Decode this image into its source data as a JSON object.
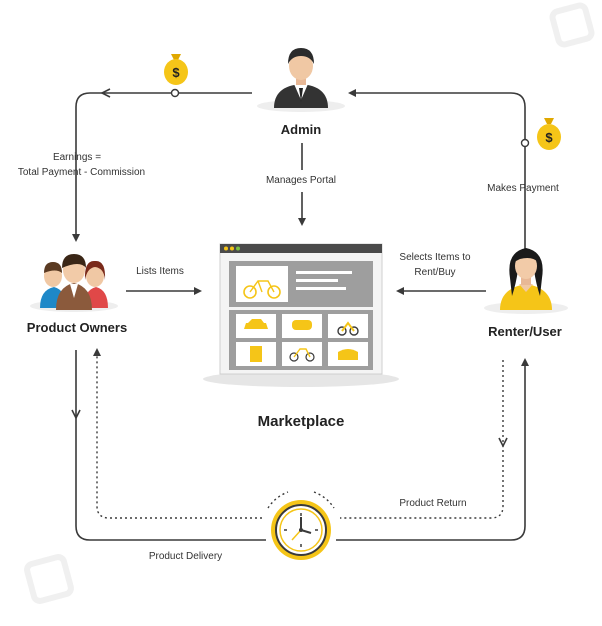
{
  "nodes": {
    "admin": "Admin",
    "product_owners": "Product Owners",
    "renter_user": "Renter/User",
    "marketplace": "Marketplace"
  },
  "edges": {
    "earnings_line1": "Earnings =",
    "earnings_line2": "Total Payment - Commission",
    "manages_portal": "Manages Portal",
    "makes_payment": "Makes Payment",
    "lists_items": "Lists Items",
    "selects_line1": "Selects Items to",
    "selects_line2": "Rent/Buy",
    "product_return": "Product Return",
    "product_delivery": "Product Delivery"
  },
  "icons": {
    "money_bag": "money-bag-icon",
    "clock": "clock-icon",
    "admin": "admin-avatar-icon",
    "owners": "owners-group-icon",
    "renter": "renter-avatar-icon",
    "marketplace_window": "browser-window-icon"
  },
  "colors": {
    "accent": "#F5C518",
    "line": "#3a3a3a",
    "window_frame": "#555555"
  }
}
